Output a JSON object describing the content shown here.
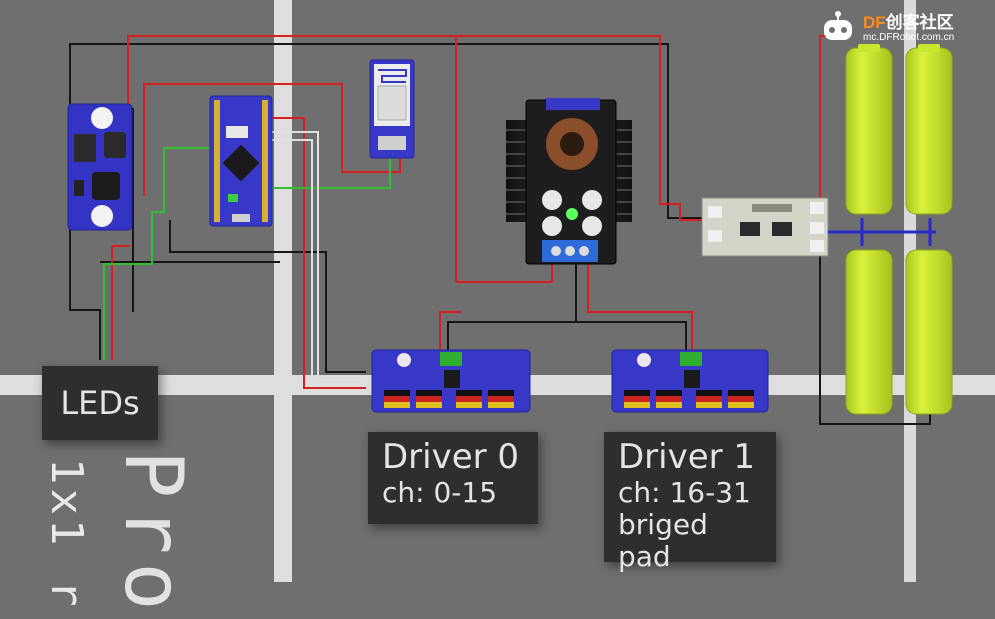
{
  "labels": {
    "leds": "LEDs",
    "driver0_title": "Driver 0",
    "driver0_channels": "ch: 0-15",
    "driver1_title": "Driver 1",
    "driver1_channels": "ch: 16-31",
    "driver1_note": "briged pad"
  },
  "background_text": {
    "large": "Pro",
    "small": "1x1 r"
  },
  "watermark": {
    "brand_df": "DF",
    "brand_cn": "创客社区",
    "site": "mc.DFRobot.com.cn"
  },
  "colors": {
    "background": "#6f6f6f",
    "grid_line": "#dedede",
    "wire_red": "#d62020",
    "wire_black": "#161616",
    "wire_green": "#2fbf2f",
    "wire_white": "#e0e0e0",
    "board_blue": "#3333c4",
    "battery": "#c8e830",
    "label_bg": "#2e2e2e"
  },
  "components": [
    {
      "name": "buck-converter-left"
    },
    {
      "name": "microcontroller-board"
    },
    {
      "name": "bluetooth-module"
    },
    {
      "name": "step-down-converter"
    },
    {
      "name": "battery-protection-board"
    },
    {
      "name": "battery-cell",
      "count": 4
    },
    {
      "name": "pwm-driver",
      "count": 2
    }
  ]
}
